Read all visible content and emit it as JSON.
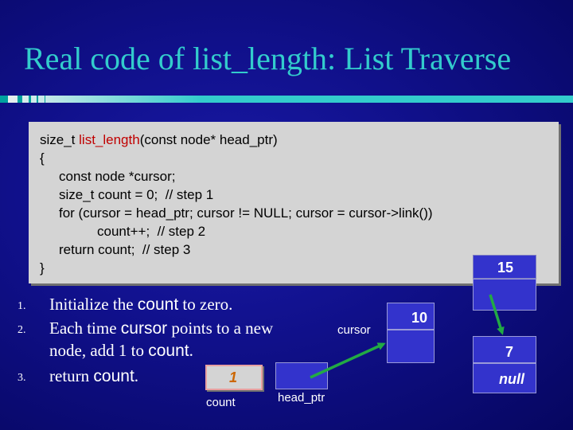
{
  "slide": {
    "title": "Real code of list_length: List Traverse",
    "code": {
      "line1_pre": "size_t ",
      "line1_fn": "list_length",
      "line1_post": "(const node* head_ptr)",
      "line2": "{",
      "line3": "const node *cursor;",
      "line4": "size_t count = 0;  // step 1",
      "line5": "for (cursor = head_ptr; cursor != NULL; cursor = cursor->link())",
      "line6": "count++;  // step 2",
      "line7": "return count;  // step 3",
      "line8": "}"
    },
    "steps": [
      {
        "num": "1.",
        "pre": "Initialize the ",
        "code": "count",
        "post": " to zero."
      },
      {
        "num": "2.",
        "pre": "Each time ",
        "code": "cursor",
        "post": " points to a new"
      },
      {
        "cont_pre": "node, add 1 to ",
        "cont_code": "count",
        "cont_post": "."
      },
      {
        "num": "3.",
        "pre": "return ",
        "code": "count",
        "post": "."
      }
    ],
    "diagram": {
      "count_value": "1",
      "count_label": "count",
      "head_ptr_label": "head_ptr",
      "cursor_label": "cursor",
      "nodes": [
        {
          "value": "15"
        },
        {
          "value": "10"
        },
        {
          "value": "7"
        }
      ],
      "null_label": "null",
      "colors": {
        "node_fill": "#3333cc",
        "arrow": "#22aa44",
        "title": "#33cccc",
        "code_keyword": "#c00000"
      }
    }
  }
}
